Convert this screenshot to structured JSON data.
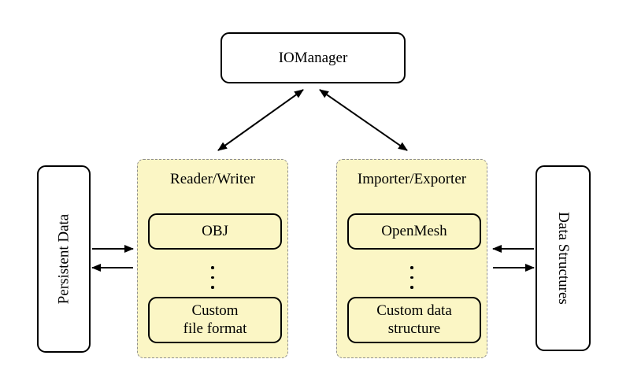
{
  "diagram": {
    "iomanager": {
      "label": "IOManager"
    },
    "persistent_data": {
      "label": "Persistent Data"
    },
    "data_structures": {
      "label": "Data Structures"
    },
    "reader_writer": {
      "label": "Reader/Writer",
      "items": [
        {
          "label": "OBJ"
        },
        {
          "label": "Custom\nfile format"
        }
      ]
    },
    "importer_exporter": {
      "label": "Importer/Exporter",
      "items": [
        {
          "label": "OpenMesh"
        },
        {
          "label": "Custom data\nstructure"
        }
      ]
    },
    "arrows": [
      {
        "from": "IOManager",
        "to": "Reader/Writer",
        "style": "double-headed"
      },
      {
        "from": "IOManager",
        "to": "Importer/Exporter",
        "style": "double-headed"
      },
      {
        "from": "Persistent Data",
        "to": "Reader/Writer",
        "style": "single"
      },
      {
        "from": "Reader/Writer",
        "to": "Persistent Data",
        "style": "single"
      },
      {
        "from": "Data Structures",
        "to": "Importer/Exporter",
        "style": "single"
      },
      {
        "from": "Importer/Exporter",
        "to": "Data Structures",
        "style": "single"
      }
    ],
    "colors": {
      "group_fill": "#FBF6C5",
      "group_border": "#8F8F8F",
      "line": "#000000",
      "background": "#FFFFFF"
    }
  }
}
